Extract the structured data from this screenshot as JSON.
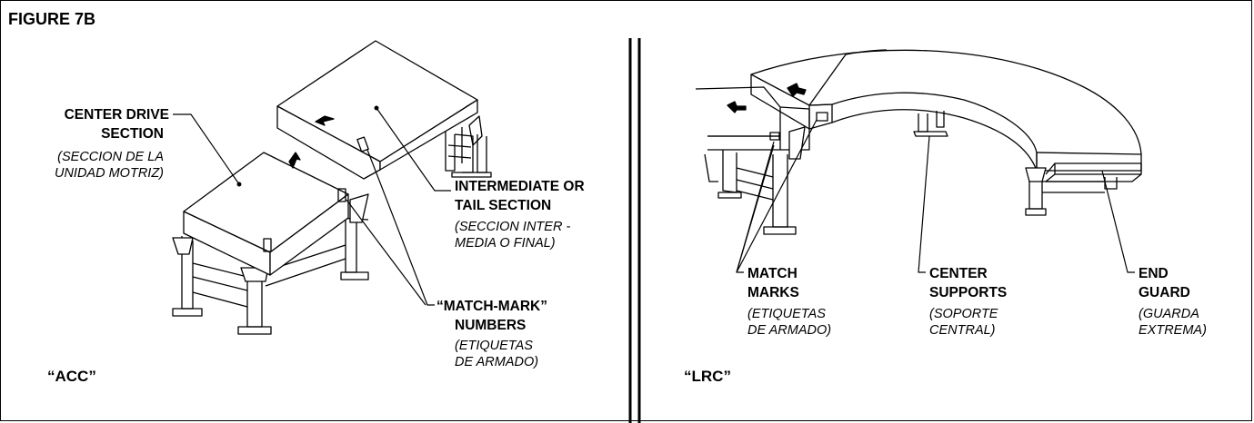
{
  "figure_title": "FIGURE 7B",
  "acc": {
    "tag": "“ACC”",
    "center_drive": {
      "title_line1": "CENTER DRIVE",
      "title_line2": "SECTION",
      "sub_line1": "(SECCION DE LA",
      "sub_line2": "UNIDAD MOTRIZ)"
    },
    "intermediate": {
      "title_line1": "INTERMEDIATE OR",
      "title_line2": "TAIL SECTION",
      "sub_line1": "(SECCION INTER -",
      "sub_line2": "MEDIA O FINAL)"
    },
    "match_mark": {
      "title_line1": "“MATCH-MARK”",
      "title_line2": "NUMBERS",
      "sub_line1": "(ETIQUETAS",
      "sub_line2": "DE ARMADO)"
    }
  },
  "lrc": {
    "tag": "“LRC”",
    "match_marks": {
      "title_line1": "MATCH",
      "title_line2": "MARKS",
      "sub_line1": "(ETIQUETAS",
      "sub_line2": "DE ARMADO)"
    },
    "center_supports": {
      "title_line1": "CENTER",
      "title_line2": "SUPPORTS",
      "sub_line1": "(SOPORTE",
      "sub_line2": "CENTRAL)"
    },
    "end_guard": {
      "title_line1": "END",
      "title_line2": "GUARD",
      "sub_line1": "(GUARDA",
      "sub_line2": "EXTREMA)"
    }
  }
}
